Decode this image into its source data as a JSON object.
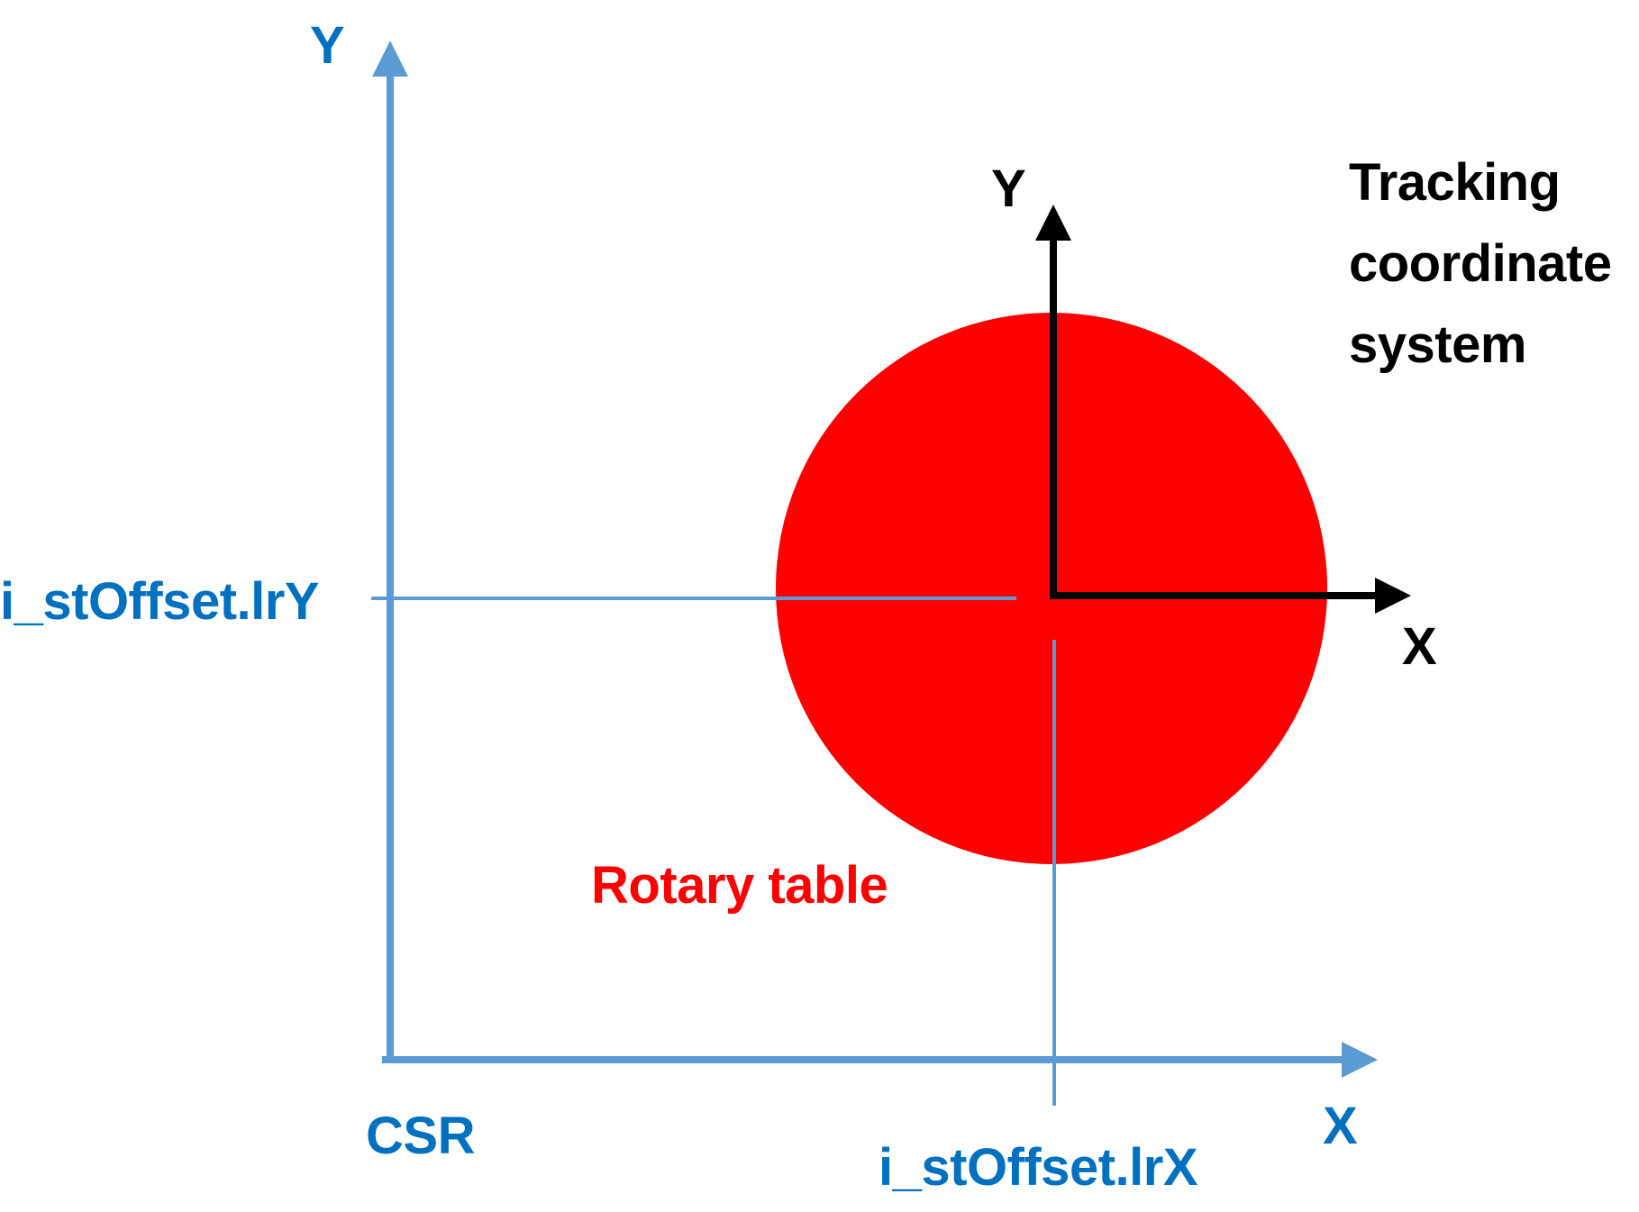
{
  "colors": {
    "axis_blue": "#5B9BD5",
    "label_blue": "#0070C0",
    "rotary_red": "#FF0000",
    "tracking_black": "#000000"
  },
  "csr_system": {
    "label": "CSR",
    "y_axis_label": "Y",
    "x_axis_label": "X"
  },
  "tracking_system": {
    "title": "Tracking coordinate system",
    "y_axis_label": "Y",
    "x_axis_label": "X"
  },
  "rotary_table": {
    "label": "Rotary table"
  },
  "offsets": {
    "y_label": "i_stOffset.lrY",
    "x_label": "i_stOffset.lrX"
  }
}
